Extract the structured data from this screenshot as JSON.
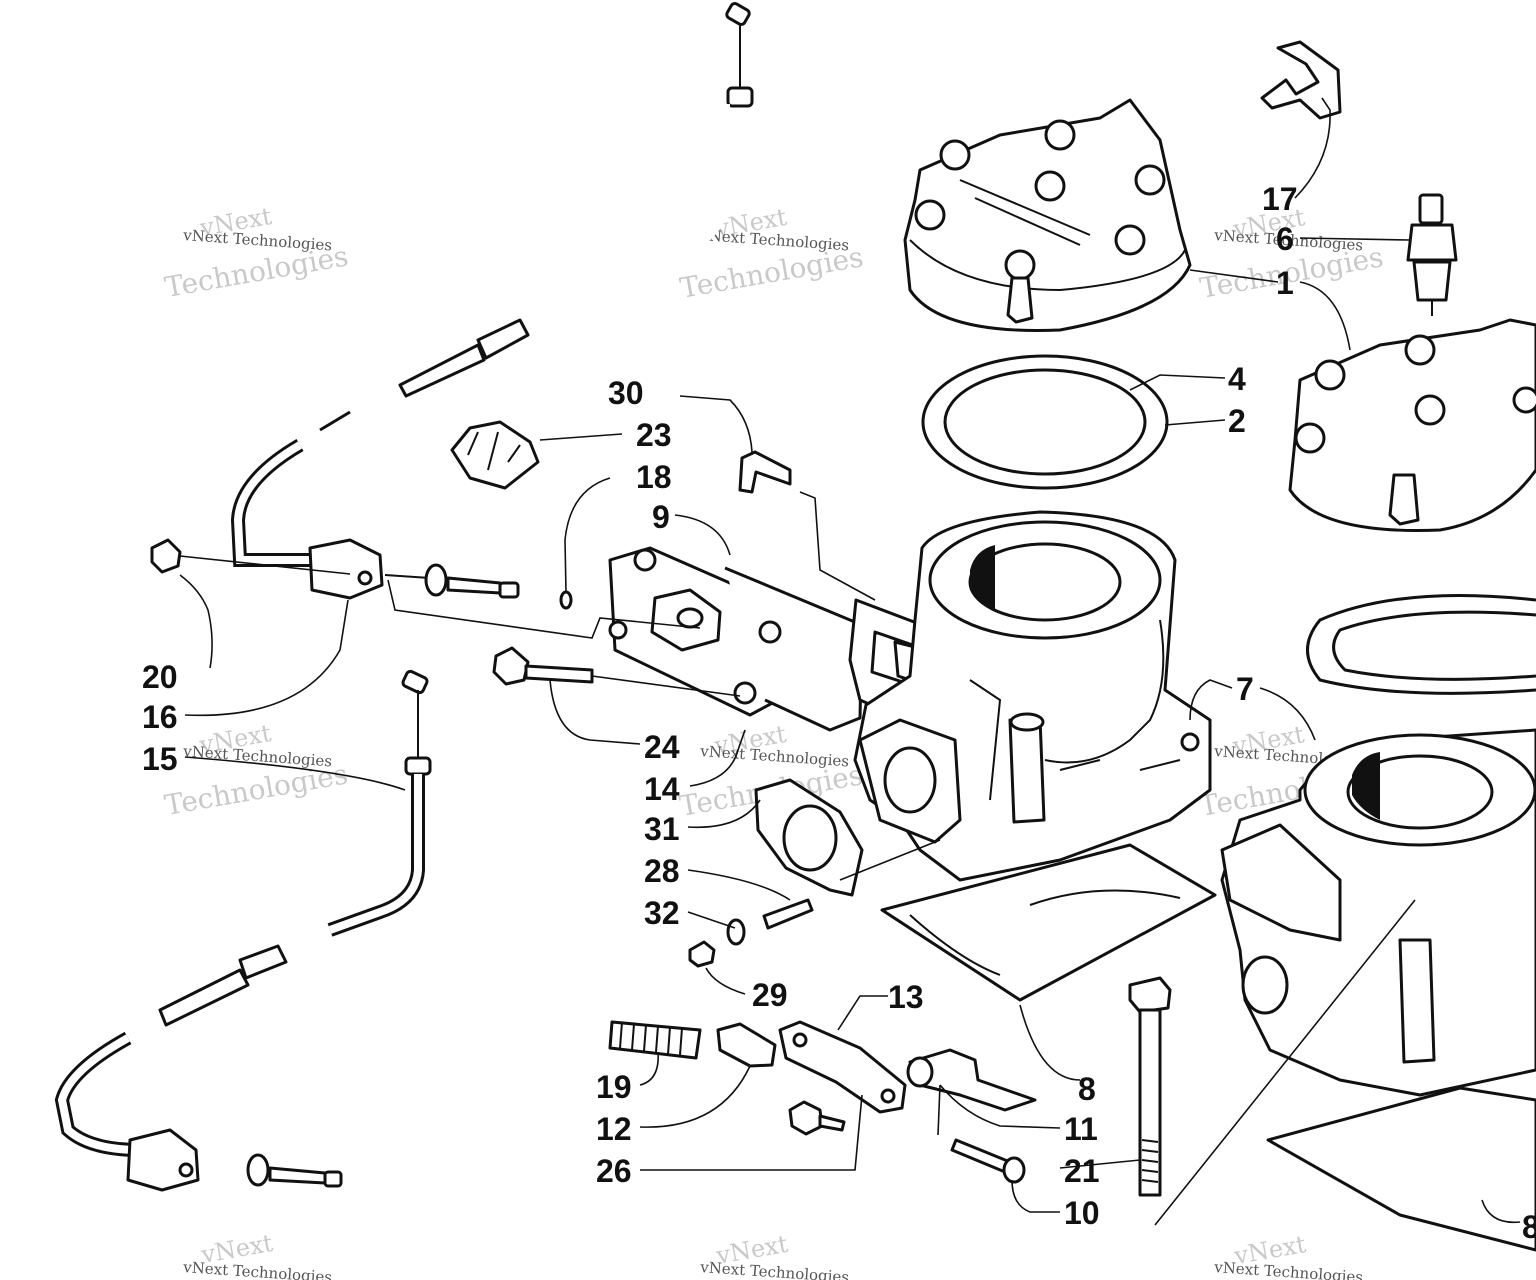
{
  "watermark": {
    "line1": "vNext",
    "line2": "Technologies",
    "small": "vNext Technologies"
  },
  "callouts": {
    "1": "1",
    "2": "2",
    "4": "4",
    "6": "6",
    "7": "7",
    "8": "8",
    "8b": "8",
    "9": "9",
    "10": "10",
    "11": "11",
    "12": "12",
    "13": "13",
    "14": "14",
    "15": "15",
    "16": "16",
    "17": "17",
    "18": "18",
    "19": "19",
    "20": "20",
    "21": "21",
    "23": "23",
    "24": "24",
    "26": "26",
    "28": "28",
    "29": "29",
    "30": "30",
    "31": "31",
    "32": "32"
  }
}
